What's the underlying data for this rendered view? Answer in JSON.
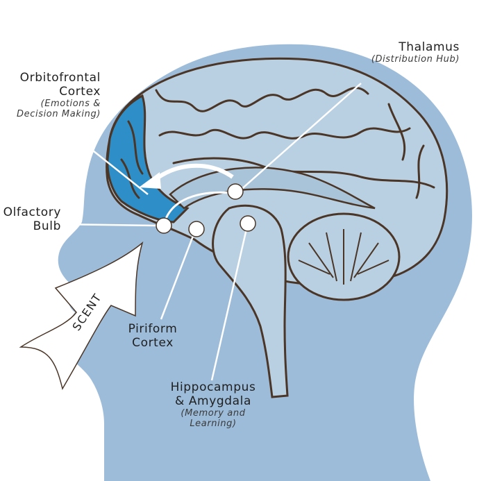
{
  "labels": {
    "thalamus": {
      "title": "Thalamus",
      "subtitle": "(Distribution Hub)"
    },
    "orbitofrontal": {
      "title_line1": "Orbitofrontal",
      "title_line2": "Cortex",
      "subtitle_line1": "(Emotions &",
      "subtitle_line2": "Decision Making)"
    },
    "olfactory": {
      "title_line1": "Olfactory",
      "title_line2": "Bulb"
    },
    "piriform": {
      "title_line1": "Piriform",
      "title_line2": "Cortex"
    },
    "hippocampus": {
      "title_line1": "Hippocampus",
      "title_line2": "& Amygdala",
      "subtitle_line1": "(Memory and",
      "subtitle_line2": "Learning)"
    },
    "scent": "SCENT"
  },
  "colors": {
    "head": "#9dbcd9",
    "brain": "#b8d0e2",
    "outline": "#4a3526",
    "orbitofrontal": "#2e8fc8",
    "node": "#ffffff",
    "leader": "#ffffff"
  }
}
